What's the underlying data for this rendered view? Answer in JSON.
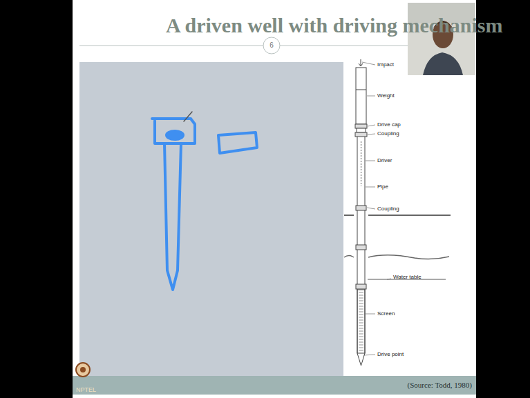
{
  "diagram": {
    "title": "A driven well with driving mechanism",
    "labels": [
      "6",
      "Impact",
      "Weight",
      "Drive cap",
      "Coupling",
      "Driver",
      "Pipe",
      "Coupling",
      "Water table",
      "Screen",
      "Drive point",
      "(Source: Todd, 1980)",
      "NPTEL"
    ]
  }
}
